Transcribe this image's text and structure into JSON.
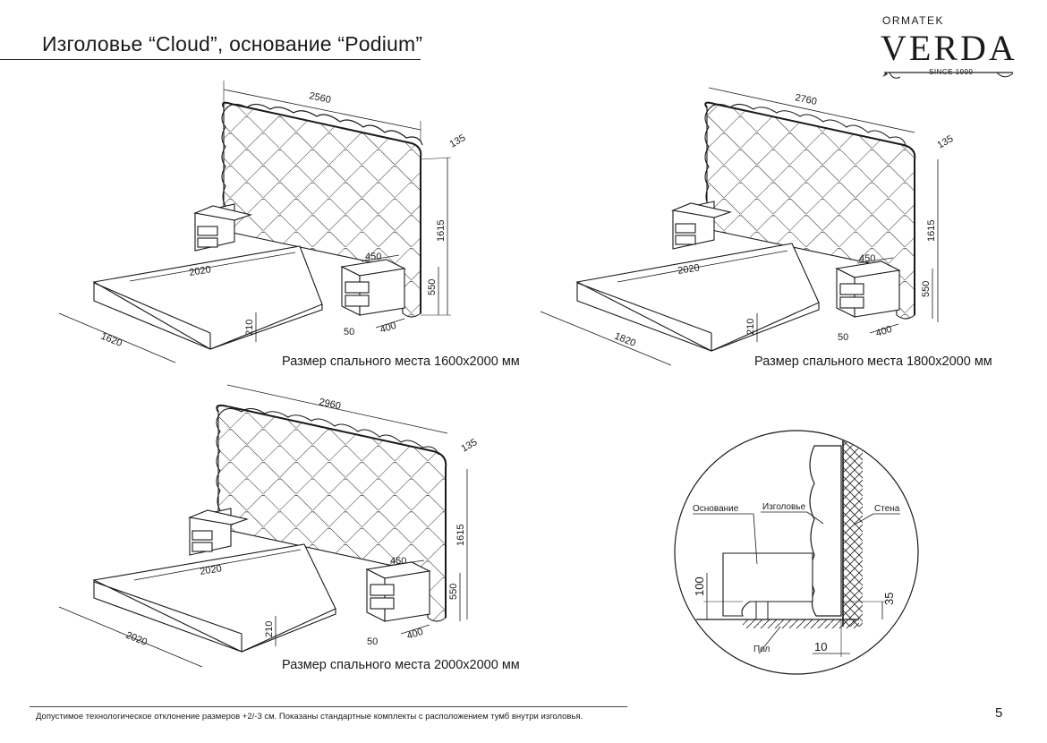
{
  "header": {
    "title": "Изголовье “Cloud”, основание “Podium”"
  },
  "logo": {
    "top": "ORMATEK",
    "brand": "VERDA",
    "since": "SINCE 1999"
  },
  "diagrams": [
    {
      "caption": "Размер спального места 1600x2000 мм",
      "dims": {
        "width": "2560",
        "depth": "135",
        "height": "1615",
        "length": "2020",
        "base_width": "1620",
        "base_height": "210",
        "nightstand_w": "450",
        "nightstand_h": "550",
        "nightstand_d": "400",
        "leg": "50"
      }
    },
    {
      "caption": "Размер спального места 1800x2000 мм",
      "dims": {
        "width": "2760",
        "depth": "135",
        "height": "1615",
        "length": "2020",
        "base_width": "1820",
        "base_height": "210",
        "nightstand_w": "450",
        "nightstand_h": "550",
        "nightstand_d": "400",
        "leg": "50"
      }
    },
    {
      "caption": "Размер спального места 2000x2000 мм",
      "dims": {
        "width": "2960",
        "depth": "135",
        "height": "1615",
        "length": "2020",
        "base_width": "2020",
        "base_height": "210",
        "nightstand_w": "450",
        "nightstand_h": "550",
        "nightstand_d": "400",
        "leg": "50"
      }
    }
  ],
  "detail": {
    "label_base": "Основание",
    "label_headboard": "Изголовье",
    "label_wall": "Стена",
    "label_floor": "Пол",
    "dim_100": "100",
    "dim_35": "35",
    "dim_10": "10"
  },
  "footer": {
    "note": "Допустимое технологическое отклонение размеров +2/-3 см.  Показаны стандартные комплекты с расположением тумб внутри изголовья.",
    "page": "5"
  }
}
